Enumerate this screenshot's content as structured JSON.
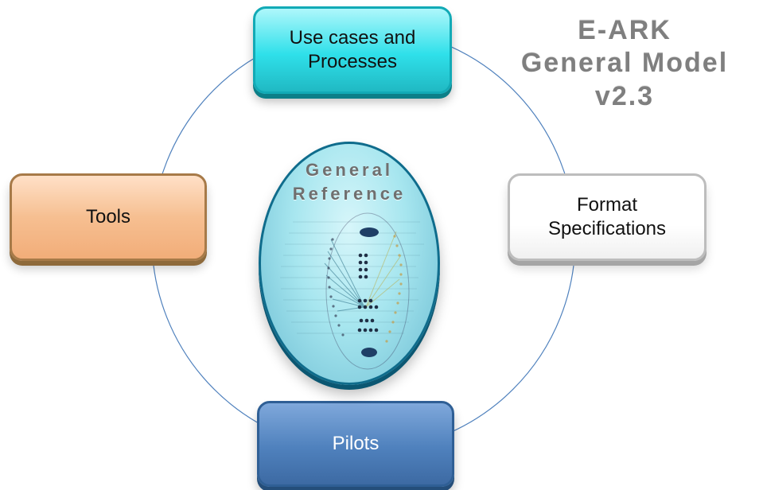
{
  "title": {
    "lines": [
      "E-ARK",
      "General Model",
      "v2.3"
    ]
  },
  "nodes": {
    "use_cases": {
      "lines": [
        "Use cases and",
        "Processes"
      ]
    },
    "tools": {
      "label": "Tools"
    },
    "format_specifications": {
      "lines": [
        "Format",
        "Specifications"
      ]
    },
    "pilots": {
      "label": "Pilots"
    },
    "general_reference": {
      "lines": [
        "General",
        "Reference"
      ]
    }
  },
  "colors": {
    "ring": "#4f81bd",
    "title_gray": "#7f7f7f",
    "use_cases_fill": "#2fe0ea",
    "tools_fill": "#f6bf91",
    "format_fill": "#ffffff",
    "pilots_fill": "#4f81bd",
    "center_fill": "#a7e6ef"
  }
}
